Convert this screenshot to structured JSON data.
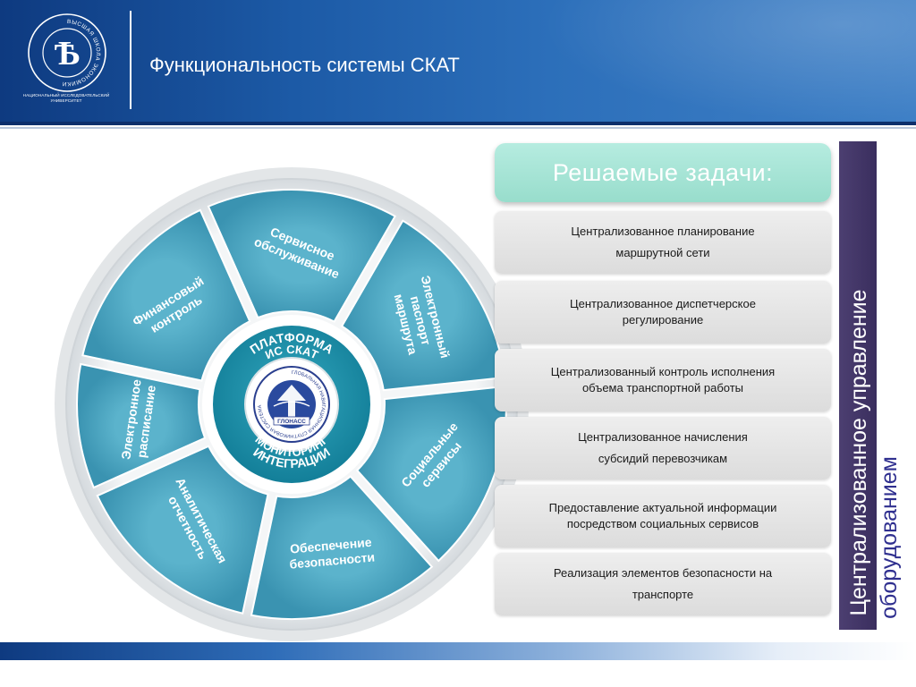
{
  "header": {
    "title": "Функциональность системы СКАТ",
    "logo_caption": "НАЦИОНАЛЬНЫЙ ИССЛЕДОВАТЕЛЬСКИЙ УНИВЕРСИТЕТ",
    "logo_ring_text": "ВЫСШАЯ ШКОЛА ЭКОНОМИКИ",
    "logo_monogram": "Ѣ"
  },
  "wheel": {
    "segments": [
      {
        "label_1": "Финансовый",
        "label_2": "контроль",
        "label_3": ""
      },
      {
        "label_1": "Сервисное",
        "label_2": "обслуживание",
        "label_3": ""
      },
      {
        "label_1": "Электронный",
        "label_2": "паспорт",
        "label_3": "маршрута"
      },
      {
        "label_1": "Социальные",
        "label_2": "сервисы",
        "label_3": ""
      },
      {
        "label_1": "Обеспечение",
        "label_2": "безопасности",
        "label_3": ""
      },
      {
        "label_1": "Аналитическая",
        "label_2": "отчетность",
        "label_3": ""
      },
      {
        "label_1": "Электронное",
        "label_2": "расписание",
        "label_3": ""
      }
    ],
    "hub": {
      "top_1": "ПЛАТФОРМА",
      "top_2": "ИС СКАТ",
      "bottom_1": "МОНИТОРИНГ",
      "bottom_2": "ИНТЕГРАЦИИ",
      "emblem_ring": "ГЛОБАЛЬНАЯ НАВИГАЦИОННАЯ СПУТНИКОВАЯ СИСТЕМА",
      "emblem_label": "ГЛОНАСС"
    }
  },
  "tasks": {
    "heading": "Решаемые задачи:",
    "items": [
      {
        "line_1": "Централизованное планирование",
        "line_2": "маршрутной сети"
      },
      {
        "line_1": "Централизованное диспетчерское",
        "line_2": "регулирование"
      },
      {
        "line_1": "Централизованный контроль исполнения",
        "line_2": "объема транспортной работы"
      },
      {
        "line_1": "Централизованное начисления",
        "line_2": "субсидий перевозчикам"
      },
      {
        "line_1": "Предоставление  актуальной информации",
        "line_2": "посредством социальных сервисов"
      },
      {
        "line_1": "Реализация элементов безопасности на",
        "line_2": "транспорте"
      }
    ],
    "side_line_1": "Централизованное управление",
    "side_line_2": "оборудованием"
  },
  "colors": {
    "header_blue": "#1c5aa6",
    "segment_teal": "#3d9ab8",
    "hub_teal": "#1f8fa8",
    "heading_mint": "#a8e4d6",
    "side_purple": "#42366a"
  }
}
